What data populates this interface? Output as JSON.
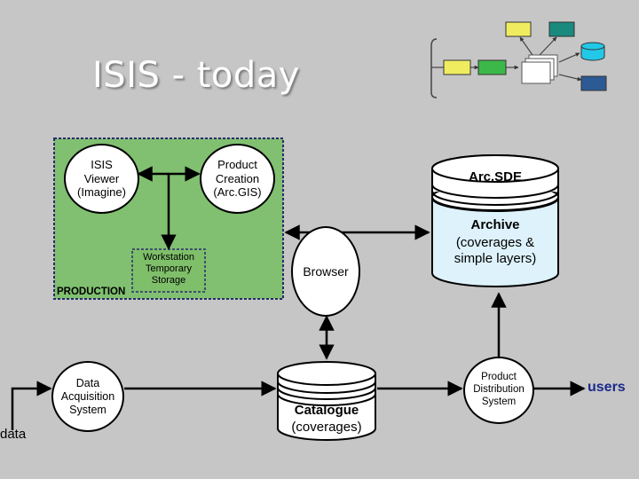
{
  "title": "ISIS - today",
  "production_area": {
    "label": "PRODUCTION",
    "isis_viewer": [
      "ISIS",
      "Viewer",
      "(Imagine)"
    ],
    "product_creation": [
      "Product",
      "Creation",
      "(Arc.GIS)"
    ],
    "workstation_storage": [
      "Workstation",
      "Temporary",
      "Storage"
    ]
  },
  "arcsde": "Arc.SDE",
  "archive": {
    "title": "Archive",
    "line1": "(coverages &",
    "line2": "simple layers)"
  },
  "browser": "Browser",
  "catalogue": {
    "title": "Catalogue",
    "subtitle": "(coverages)"
  },
  "data_acquisition": [
    "Data",
    "Acquisition",
    "System"
  ],
  "product_distribution": [
    "Product",
    "Distribution",
    "System"
  ],
  "data_label": "data",
  "users_label": "users",
  "colors": {
    "background": "#c6c6c6",
    "production_fill": "#80c070",
    "production_border": "#2a2a6e",
    "storage_fill": "#7fbf6a",
    "users_text": "#1a2a8a",
    "yellow_box": "#f0ec60",
    "teal_box": "#1a8a7e",
    "green_box": "#3cb84a",
    "blue_box": "#2c5a94",
    "cyan_cylinder": "#22c8e8"
  }
}
